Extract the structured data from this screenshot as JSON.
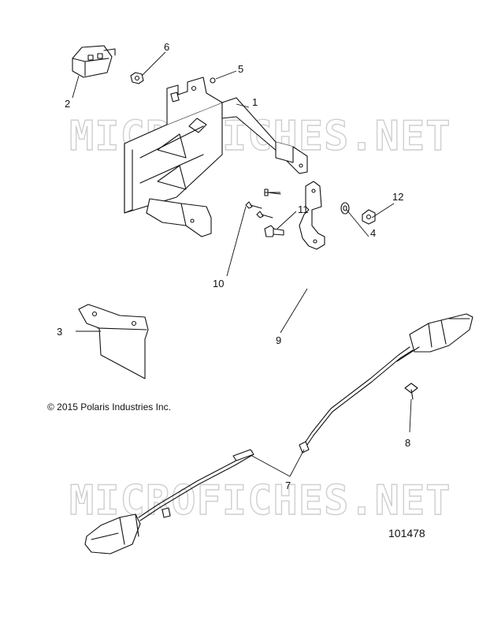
{
  "watermark_text": "MICROFICHES.NET",
  "copyright": "© 2015 Polaris Industries Inc.",
  "figure_number": "101478",
  "callouts": [
    "1",
    "2",
    "3",
    "4",
    "5",
    "6",
    "7",
    "7",
    "8",
    "9",
    "10",
    "11",
    "12"
  ]
}
